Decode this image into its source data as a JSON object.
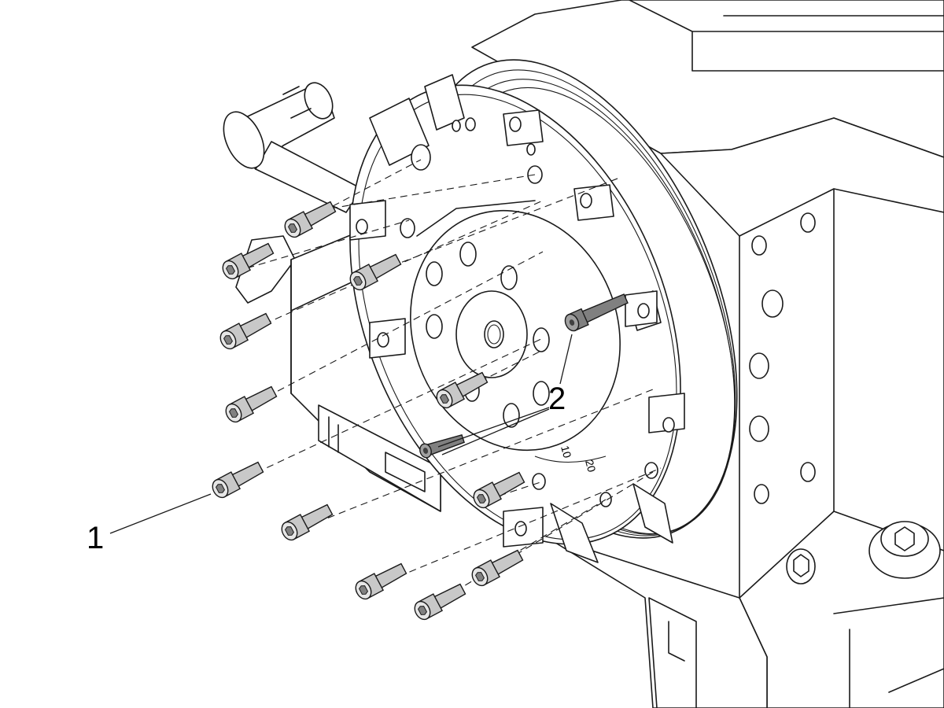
{
  "callouts": [
    {
      "id": "1",
      "label": "1"
    },
    {
      "id": "2",
      "label": "2"
    }
  ],
  "scale_marks": [
    "20",
    "10"
  ],
  "colors": {
    "ink": "#1a1a1a",
    "bolt_fill": "#c8c8c8",
    "bolt_highlight": "#e6e6e6",
    "dowel_fill": "#808080",
    "paper": "#ffffff"
  }
}
